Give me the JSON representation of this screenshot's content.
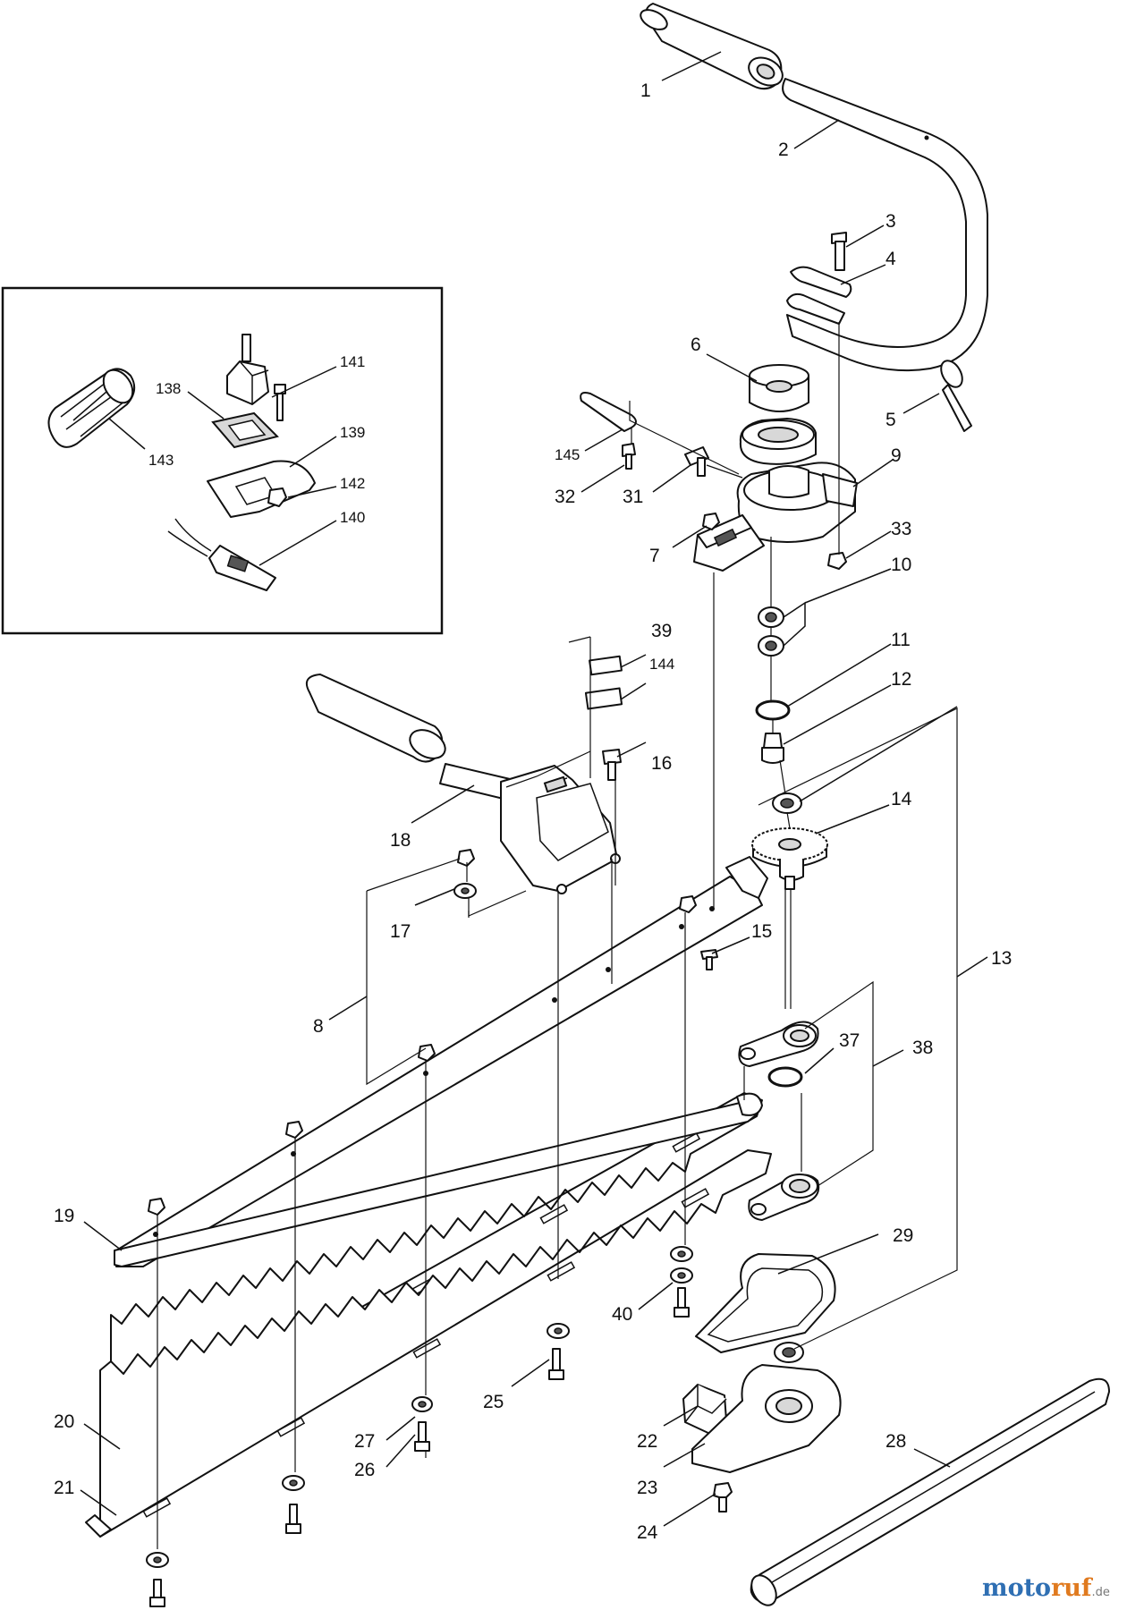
{
  "labels": {
    "p1": "1",
    "p2": "2",
    "p3": "3",
    "p4": "4",
    "p5": "5",
    "p6": "6",
    "p7": "7",
    "p8": "8",
    "p9": "9",
    "p10": "10",
    "p11": "11",
    "p12": "12",
    "p13": "13",
    "p14": "14",
    "p15": "15",
    "p16": "16",
    "p17": "17",
    "p18": "18",
    "p19": "19",
    "p20": "20",
    "p21": "21",
    "p22": "22",
    "p23": "23",
    "p24": "24",
    "p25": "25",
    "p26": "26",
    "p27": "27",
    "p28": "28",
    "p29": "29",
    "p31": "31",
    "p32": "32",
    "p33": "33",
    "p37": "37",
    "p38": "38",
    "p39": "39",
    "p40": "40",
    "p138": "138",
    "p139": "139",
    "p140": "140",
    "p141": "141",
    "p142": "142",
    "p143": "143",
    "p144": "144",
    "p145": "145"
  },
  "watermark": {
    "brand_a": "moto",
    "brand_b": "ruf",
    "suffix": ".de"
  }
}
